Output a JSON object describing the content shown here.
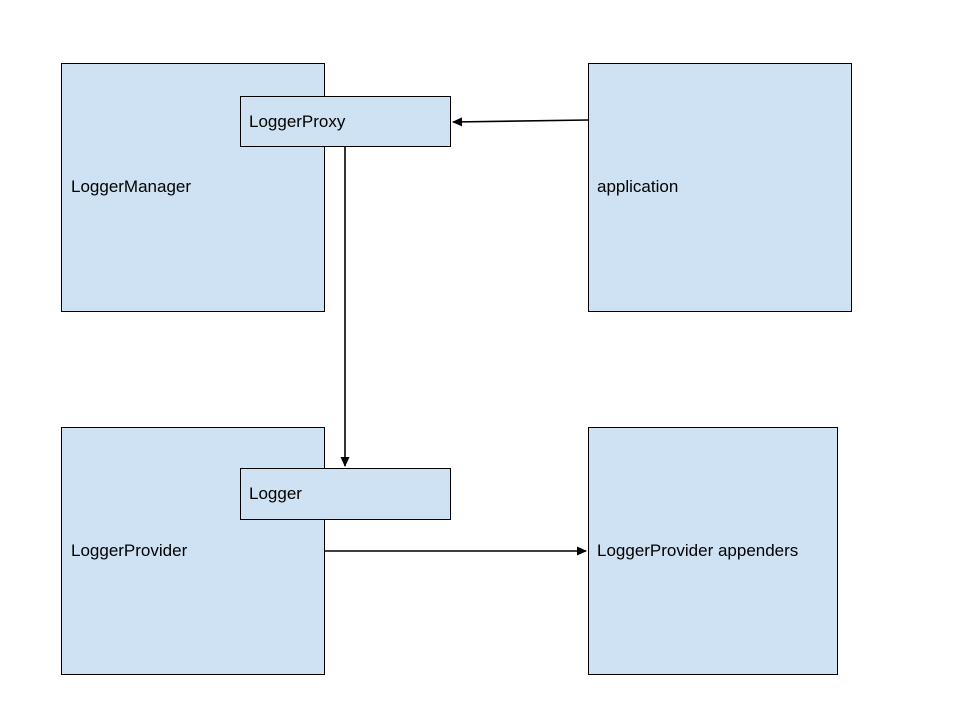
{
  "diagram": {
    "nodes": {
      "logger_manager": "LoggerManager",
      "logger_proxy": "LoggerProxy",
      "application": "application",
      "logger_provider": "LoggerProvider",
      "logger": "Logger",
      "logger_provider_appenders": "LoggerProvider appenders"
    },
    "edges": [
      {
        "from": "application",
        "to": "logger_proxy"
      },
      {
        "from": "logger_proxy",
        "to": "logger"
      },
      {
        "from": "logger_provider",
        "to": "logger_provider_appenders"
      }
    ],
    "colors": {
      "fill": "#cfe2f3",
      "stroke": "#000000"
    }
  }
}
